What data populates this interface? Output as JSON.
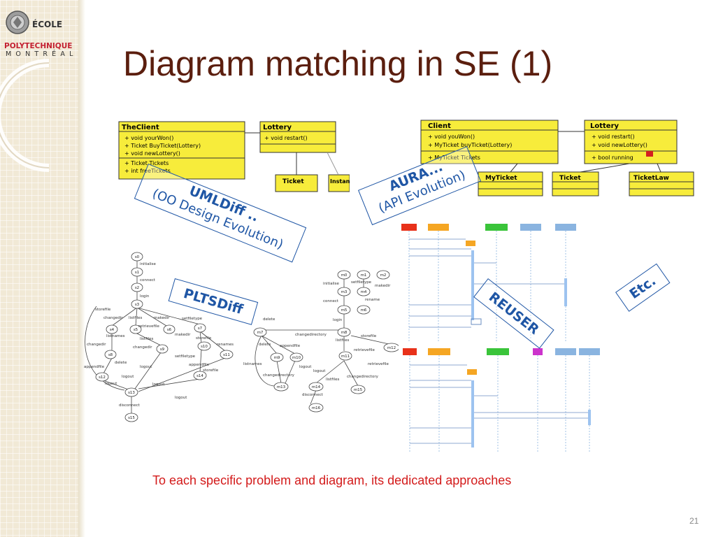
{
  "logo": {
    "line1": "ÉCOLE",
    "line2": "POLYTECHNIQUE",
    "line3": "MONTRÉAL"
  },
  "title": "Diagram matching in SE (1)",
  "labels": {
    "umldiff": {
      "line1": "UMLDiff ..",
      "line2": "(OO Design Evolution)"
    },
    "aura": {
      "line1": "AURA...",
      "line2": "(API Evolution)"
    },
    "pltsdiff": "PLTSDiff",
    "reuser": "REUSER",
    "etc": "Etc."
  },
  "uml_left": {
    "theclient": {
      "name": "TheClient",
      "methods": [
        "+ void yourWon()",
        "+ Ticket BuyTicket(Lottery)",
        "+ void newLottery()"
      ],
      "attrs": [
        "+ Ticket Tickets",
        "+ int freeTickets"
      ]
    },
    "lottery": {
      "name": "Lottery",
      "methods": [
        "+ void restart()"
      ]
    },
    "ticket": "Ticket",
    "instance": "Instance"
  },
  "uml_right": {
    "client": {
      "name": "Client",
      "methods": [
        "+ void youWon()",
        "+ MyTicket buyTicket(Lottery)"
      ],
      "attrs": [
        "+ MyTicket Tickets"
      ]
    },
    "lottery": {
      "name": "Lottery",
      "methods": [
        "+ void restart()",
        "+ void newLottery()"
      ],
      "attrs": [
        "+ bool running"
      ]
    },
    "myticket": "MyTicket",
    "ticket": "Ticket",
    "ticketlaw": "TicketLaw"
  },
  "lts_left": {
    "states": [
      "s0",
      "s1",
      "s2",
      "s3",
      "s4",
      "s5",
      "s6",
      "s7",
      "s8",
      "s9",
      "s10",
      "s11",
      "s12",
      "s13",
      "s14",
      "s15"
    ],
    "edge_labels": [
      "initialise",
      "connect",
      "login",
      "storefile",
      "changedir",
      "listfiles",
      "makedir",
      "setfiletype",
      "listnames",
      "retrievefile",
      "listfiles",
      "makedir",
      "storefile",
      "changedir",
      "changedir",
      "renames",
      "delete",
      "setfiletype",
      "appendfile",
      "appendfile",
      "logout",
      "logout",
      "storefile",
      "logout",
      "logout",
      "logout",
      "disconnect"
    ]
  },
  "lts_right": {
    "states": [
      "m0",
      "m1",
      "m2",
      "m3",
      "m4",
      "m5",
      "m6",
      "m7",
      "m8",
      "m9",
      "m10",
      "m11",
      "m12",
      "m13",
      "m14",
      "m15",
      "m16"
    ],
    "edge_labels": [
      "initialise",
      "setfiletype",
      "makedir",
      "connect",
      "rename",
      "login",
      "delete",
      "changedirectory",
      "storefile",
      "listfiles",
      "delete",
      "appendfile",
      "retrievefile",
      "retrievefile",
      "listnames",
      "logout",
      "changedirectory",
      "logout",
      "listfiles",
      "changedirectory",
      "disconnect"
    ]
  },
  "tagline": "To each specific problem and diagram, its dedicated approaches",
  "page_number": "21",
  "colors": {
    "title": "#5b1e0e",
    "label_blue": "#1f56a5",
    "tagline_red": "#d31a1a",
    "uml_yellow": "#f7ec3b"
  }
}
